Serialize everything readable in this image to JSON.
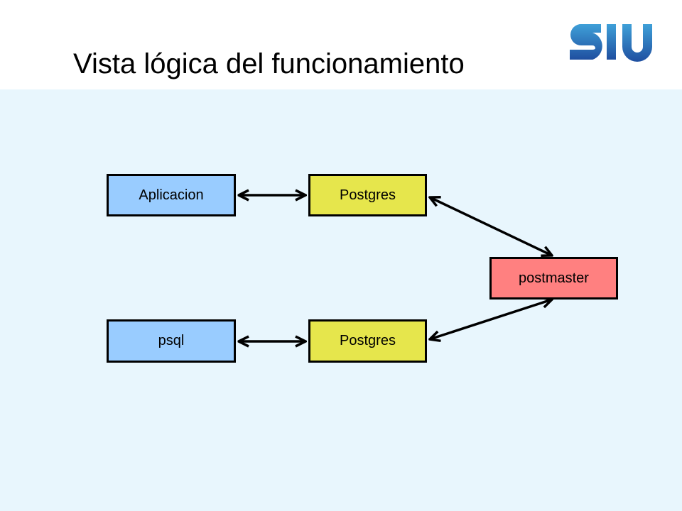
{
  "slide": {
    "title": "Vista lógica del funcionamiento",
    "logo_text": "SIU",
    "background_color": "#e8f6fd",
    "header_color": "#ffffff"
  },
  "colors": {
    "logo_blue": "#1f4fa0",
    "logo_light_blue": "#3fa0d8",
    "aplicacion_fill": "#99ccff",
    "postgres_fill": "#e6e64c",
    "postmaster_fill": "#ff8080",
    "stroke": "#000000"
  },
  "diagram": {
    "nodes": {
      "aplicacion": "Aplicacion",
      "postgres_1": "Postgres",
      "postmaster": "postmaster",
      "psql": "psql",
      "postgres_2": "Postgres"
    },
    "edges": [
      {
        "from": "aplicacion",
        "to": "postgres_1",
        "type": "bidirectional"
      },
      {
        "from": "postgres_1",
        "to": "postmaster",
        "type": "bidirectional"
      },
      {
        "from": "psql",
        "to": "postgres_2",
        "type": "bidirectional"
      },
      {
        "from": "postgres_2",
        "to": "postmaster",
        "type": "bidirectional"
      }
    ]
  }
}
